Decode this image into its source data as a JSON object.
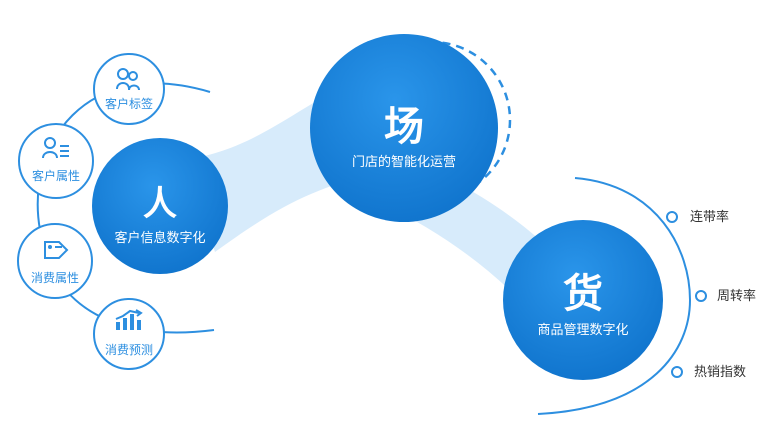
{
  "nodes": {
    "people": {
      "title": "人",
      "subtitle": "客户信息数字化"
    },
    "place": {
      "title": "场",
      "subtitle": "门店的智能化运营"
    },
    "goods": {
      "title": "货",
      "subtitle": "商品管理数字化"
    }
  },
  "left_branches": [
    {
      "label": "客户标签",
      "icon": "users-icon"
    },
    {
      "label": "客户属性",
      "icon": "user-list-icon"
    },
    {
      "label": "消费属性",
      "icon": "tag-icon"
    },
    {
      "label": "消费预测",
      "icon": "trend-chart-icon"
    }
  ],
  "right_branches": [
    {
      "label": "连带率"
    },
    {
      "label": "周转率"
    },
    {
      "label": "热销指数"
    }
  ],
  "colors": {
    "primary": "#1582D8",
    "primary_dark": "#0F6DC0",
    "band": "#D7EBFB",
    "outline": "#2D8FE0",
    "text_dark": "#333333"
  }
}
